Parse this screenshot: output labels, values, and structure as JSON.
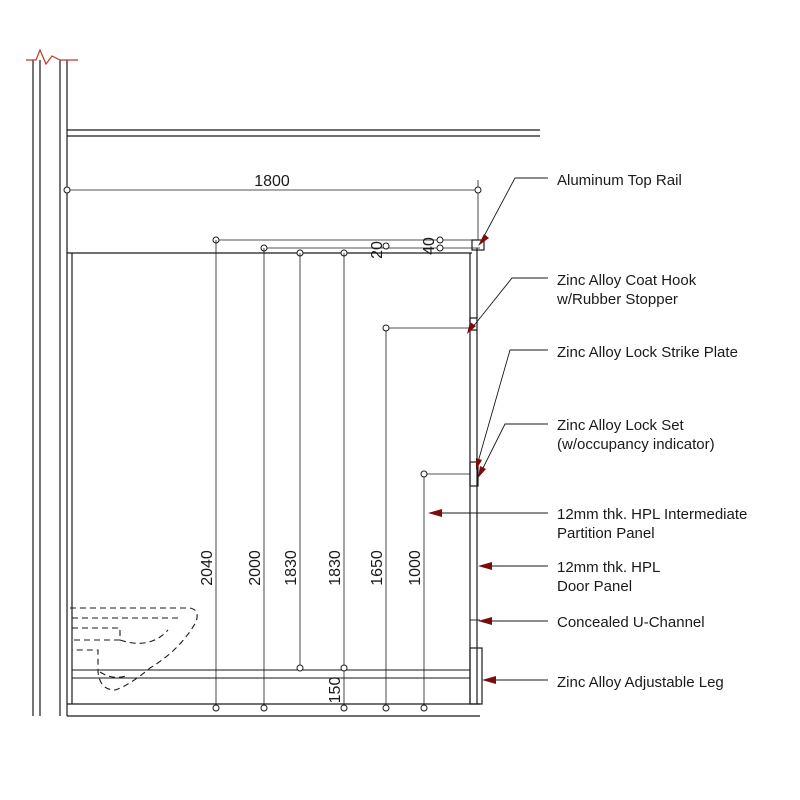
{
  "dimensions": {
    "width_1800": "1800",
    "d20": "20",
    "d40": "40",
    "d2040": "2040",
    "d2000": "2000",
    "d1830a": "1830",
    "d1830b": "1830",
    "d1650": "1650",
    "d1000": "1000",
    "d150": "150"
  },
  "callouts": {
    "top_rail": [
      "Aluminum Top Rail"
    ],
    "coat_hook": [
      "Zinc Alloy Coat Hook",
      "w/Rubber Stopper"
    ],
    "strike_plate": [
      "Zinc Alloy Lock Strike Plate"
    ],
    "lock_set": [
      "Zinc Alloy Lock Set",
      "(w/occupancy indicator)"
    ],
    "partition_panel": [
      "12mm thk. HPL Intermediate",
      "Partition Panel"
    ],
    "door_panel": [
      "12mm thk. HPL",
      "Door Panel"
    ],
    "u_channel": [
      "Concealed U-Channel"
    ],
    "adjustable_leg": [
      "Zinc Alloy Adjustable Leg"
    ]
  },
  "colors": {
    "linework": "#1a1a1a",
    "arrowheads": "#7a0c0c",
    "break_mark": "#c0392b"
  }
}
